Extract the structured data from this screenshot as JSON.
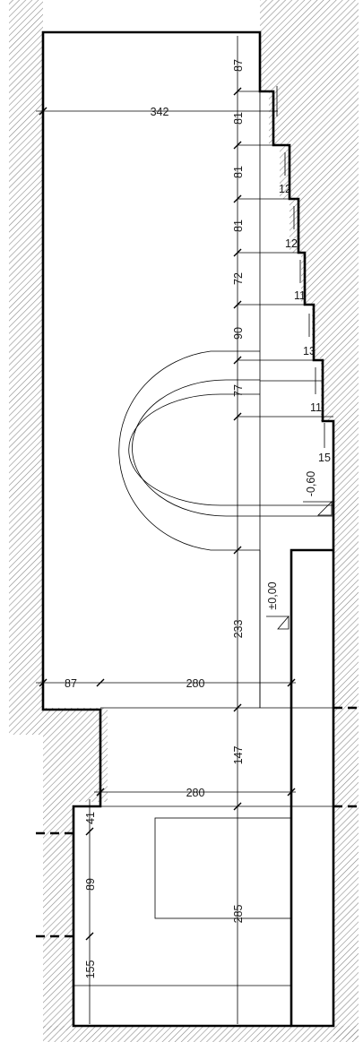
{
  "drawing": {
    "colors": {
      "line": "#000000",
      "hatch": "#8a8a8a",
      "background": "#ffffff"
    },
    "dimensions": {
      "stair_risers": [
        "87",
        "81",
        "81",
        "81",
        "72",
        "90",
        "77"
      ],
      "stair_offsets": [
        "12",
        "12",
        "11",
        "13",
        "11",
        "15"
      ],
      "width_top": "342",
      "width_left": "87",
      "width_mid": "280",
      "width_lower": "280",
      "height_233": "233",
      "height_147": "147",
      "height_285": "285",
      "lower_left": [
        "41",
        "89",
        "155"
      ]
    },
    "levels": {
      "upper": "-0,60",
      "lower": "±0,00"
    }
  }
}
